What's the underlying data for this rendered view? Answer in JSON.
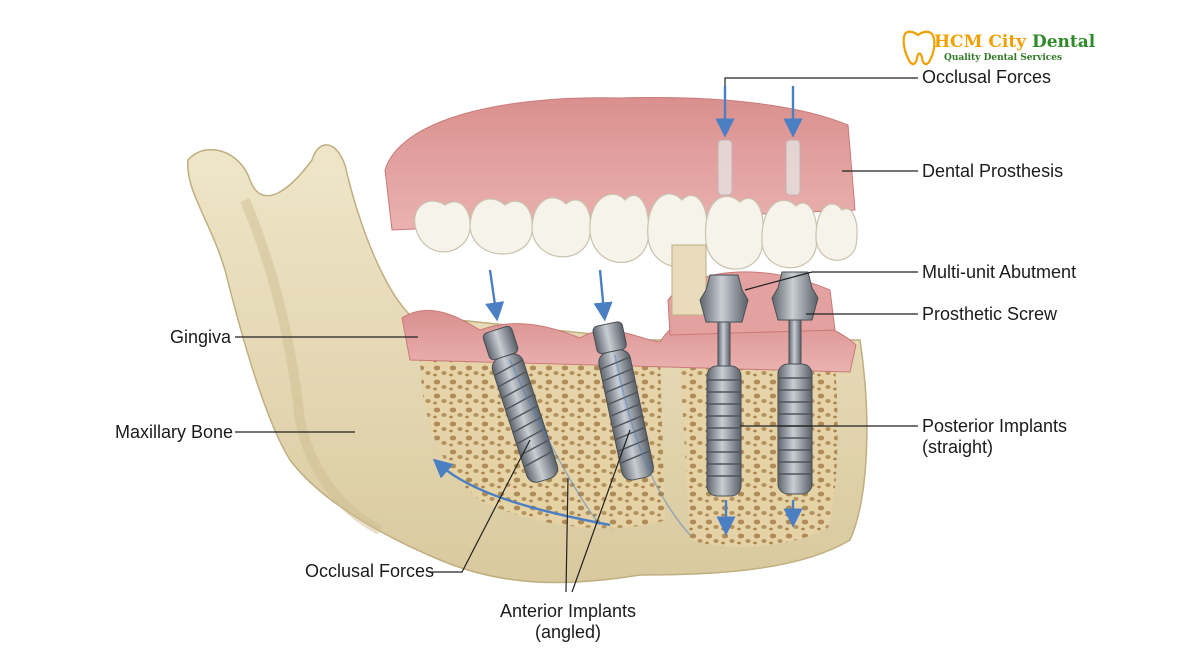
{
  "brand": {
    "name_part1": "HCM City",
    "name_part2": "Dental",
    "tagline": "Quality Dental Services",
    "colors": {
      "primary": "#f0a000",
      "secondary": "#2f8a2a"
    }
  },
  "labels": {
    "occlusal_forces_top": "Occlusal Forces",
    "dental_prosthesis": "Dental Prosthesis",
    "multi_unit_abutment": "Multi-unit Abutment",
    "prosthetic_screw": "Prosthetic Screw",
    "gingiva": "Gingiva",
    "maxillary_bone": "Maxillary Bone",
    "posterior_implants_line1": "Posterior Implants",
    "posterior_implants_line2": "(straight)",
    "occlusal_forces_bottom": "Occlusal Forces",
    "anterior_implants_line1": "Anterior Implants",
    "anterior_implants_line2": "(angled)"
  },
  "colors": {
    "bone": "#e8dcbc",
    "bone_shadow": "#cdbd92",
    "gum": "#e3a2a0",
    "gum_dark": "#c97a78",
    "teeth": "#f6f3ea",
    "implant": "#8a8f96",
    "force_arrow": "#4a7fc4",
    "leader_line": "#222222"
  }
}
